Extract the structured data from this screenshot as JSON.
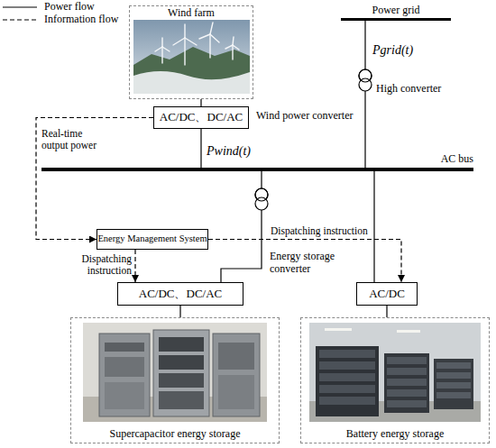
{
  "diagram": {
    "nodes": [
      {
        "text": [
          "Wind farm"
        ]
      },
      {
        "text": [
          "Power grid"
        ]
      },
      {
        "text": [
          "AC/DC、DC/AC"
        ]
      },
      {
        "text": [
          "AC bus"
        ]
      },
      {
        "text": [
          "Energy Management System"
        ]
      },
      {
        "text": [
          "AC/DC、DC/AC"
        ]
      },
      {
        "text": [
          "AC/DC"
        ]
      },
      {
        "text": [
          "Supercapacitor energy storage"
        ]
      },
      {
        "text": [
          "Battery energy storage"
        ]
      }
    ],
    "edges": [
      {
        "from": 0,
        "to": 2,
        "arrow": "none"
      },
      {
        "from": 2,
        "to": 3,
        "label": "Pwind(t)",
        "arrow": "none"
      },
      {
        "from": 1,
        "to": 3,
        "label": "Pgrid(t)",
        "arrow": "none"
      },
      {
        "from": 3,
        "to": 5,
        "arrow": "none"
      },
      {
        "from": 3,
        "to": 6,
        "arrow": "none"
      },
      {
        "from": 5,
        "to": 7,
        "arrow": "none"
      },
      {
        "from": 6,
        "to": 8,
        "arrow": "none"
      },
      {
        "from": 2,
        "to": 4,
        "label": "Real-time output power",
        "arrow": "to"
      },
      {
        "from": 4,
        "to": 6,
        "label": "Dispatching instruction",
        "arrow": "to"
      },
      {
        "from": 4,
        "to": 5,
        "label": "Dispatching instruction",
        "arrow": "to"
      }
    ],
    "labels": [
      "Wind power converter",
      "High converter",
      "Energy storage converter"
    ],
    "legend": [
      {
        "text": "Power flow"
      },
      {
        "text": "Information flow"
      }
    ]
  }
}
